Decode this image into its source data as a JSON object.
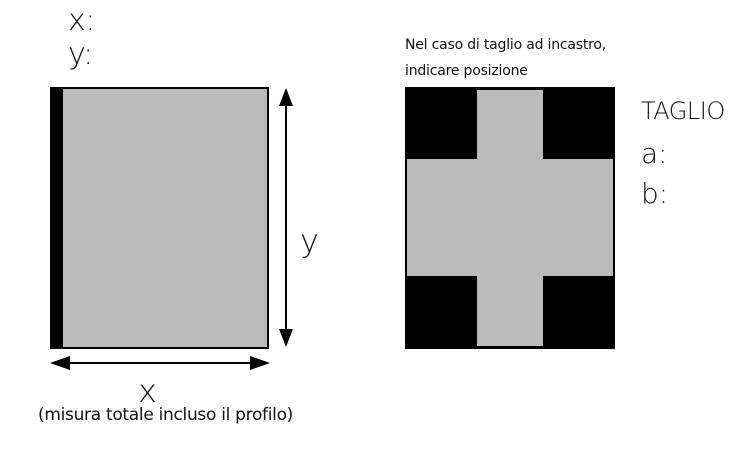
{
  "left_panel": {
    "x_label": "x:",
    "y_label": "y:",
    "dim_y": "y",
    "dim_x": "x",
    "caption": "(misura totale incluso il profilo)"
  },
  "right_panel": {
    "instructions": [
      "Nel caso di taglio ad incastro,",
      "indicare posizione"
    ],
    "taglio_title": "TAGLIO",
    "a_label": "a:",
    "b_label": "b:"
  },
  "colors": {
    "panel_fill": "#bbbbbc",
    "profile": "#000000",
    "background": "#ffffff"
  }
}
